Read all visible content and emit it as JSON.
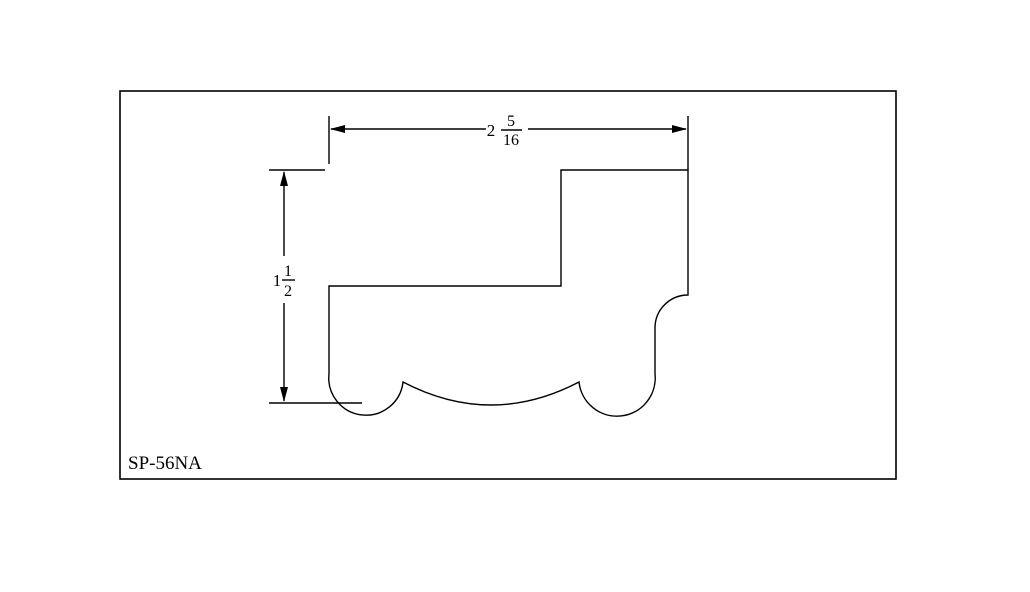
{
  "part_number": "SP-56NA",
  "dimensions": {
    "width": {
      "whole": "2",
      "numerator": "5",
      "denominator": "16"
    },
    "height": {
      "whole": "1",
      "numerator": "1",
      "denominator": "2"
    }
  }
}
